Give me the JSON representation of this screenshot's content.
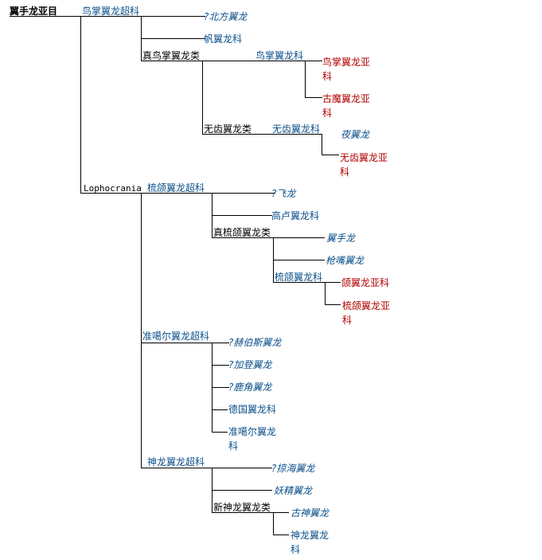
{
  "root": {
    "label": "翼手龙亚目"
  },
  "taxa": {
    "niaozhang_superfamily": "鸟掌翼龙超科",
    "beifang": "?北方翼龙",
    "fan": "帆翼龙科",
    "zhen_niaozhang": "真鸟掌翼龙类",
    "niaozhang_family": "鸟掌翼龙科",
    "niaozhang_subfamily": "鸟掌翼龙亚科",
    "gumo_subfamily": "古魔翼龙亚科",
    "wuchi_group": "无齿翼龙类",
    "wuchi_family": "无齿翼龙科",
    "ye": "夜翼龙",
    "wuchi_subfamily": "无齿翼龙亚科",
    "lophocrania": "Lophocrania",
    "shue_superfamily": "梳颌翼龙超科",
    "feilong": "?飞龙",
    "gaolu": "高卢翼龙科",
    "zhen_shue": "真梳颌翼龙类",
    "yishou": "翼手龙",
    "qiangzui": "枪嘴翼龙",
    "shue_family": "梳颌翼龙科",
    "ge_subfamily": "颌翼龙亚科",
    "shue_subfamily": "梳颌翼龙亚科",
    "zhunge_superfamily": "准噶尔翼龙超科",
    "hebosi": "?赫伯斯翼龙",
    "jiadeng": "?加登翼龙",
    "lujiao": "?鹿角翼龙",
    "deguo": "德国翼龙科",
    "zhunge_family": "准噶尔翼龙科",
    "shenlong_superfamily": "神龙翼龙超科",
    "luehai": "?掠海翼龙",
    "yaojing": "妖精翼龙",
    "xin_shenlong": "新神龙翼龙类",
    "gushen": "古神翼龙",
    "shenlong_family": "神龙翼龙科"
  }
}
